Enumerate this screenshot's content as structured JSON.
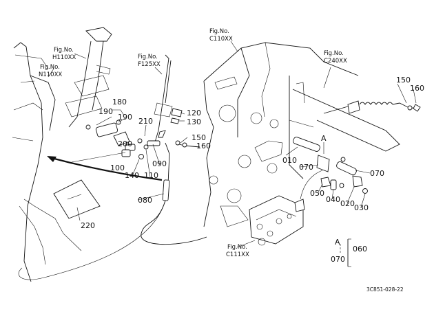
{
  "figure_refs": {
    "h110": [
      "Fig.No.",
      "H110XX"
    ],
    "n110": [
      "Fig.No.",
      "N110XX"
    ],
    "f125": [
      "Fig.No.",
      "F125XX"
    ],
    "c110": [
      "Fig.No.",
      "C110XX"
    ],
    "c240": [
      "Fig.No.",
      "C240XX"
    ],
    "c111": [
      "Fig.No.",
      "C111XX"
    ]
  },
  "part_numbers": {
    "p010": "010",
    "p020": "020",
    "p030": "030",
    "p040": "040",
    "p050": "050",
    "p060": "060",
    "p070_a": "070",
    "p070_b": "070",
    "p070_c": "070",
    "p080": "080",
    "p090": "090",
    "p100": "100",
    "p110": "110",
    "p120": "120",
    "p130": "130",
    "p140": "140",
    "p150_a": "150",
    "p150_b": "150",
    "p160_a": "160",
    "p160_b": "160",
    "p180": "180",
    "p190_a": "190",
    "p190_b": "190",
    "p200": "200",
    "p210": "210",
    "p220": "220"
  },
  "reference_marks": {
    "a_top": "A",
    "a_key": "A"
  },
  "drawing_code": "3C851-028-22"
}
